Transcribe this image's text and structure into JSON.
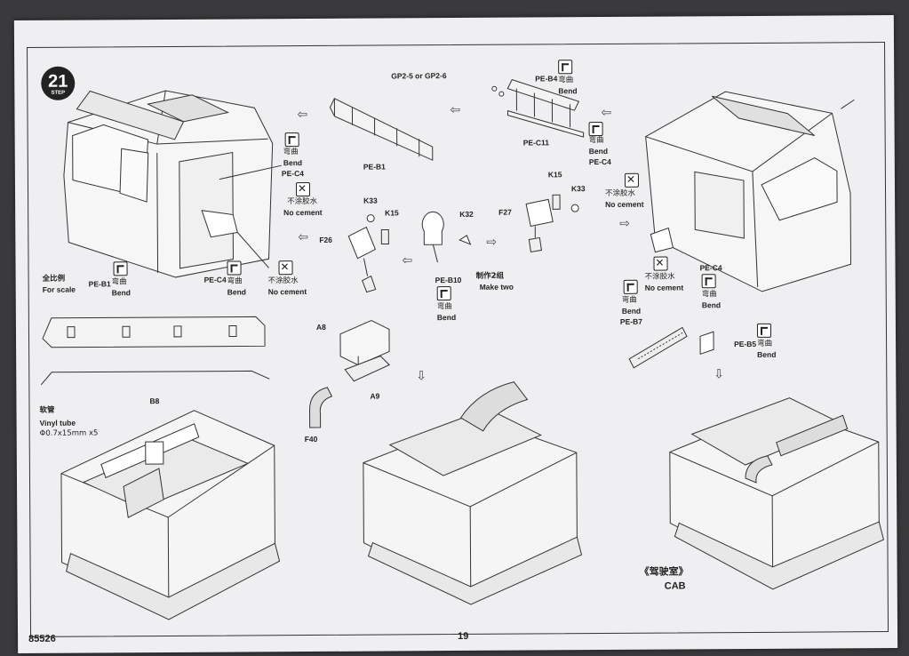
{
  "step": {
    "number": "21",
    "label": "STEP"
  },
  "footer": {
    "code": "85526",
    "page": "19"
  },
  "labels": {
    "pe_c4_a": "PE-C4",
    "bend_cn_a": "弯曲",
    "bend_a": "Bend",
    "nocem_cn_a": "不涂胶水",
    "nocem_a": "No cement",
    "scale_cn": "全比例",
    "scale_en": "For scale",
    "pe_b1_scale": "PE-B1",
    "bend_cn_b": "弯曲",
    "bend_b": "Bend",
    "pe_c4_b": "PE-C4",
    "bend_cn_c": "弯曲",
    "bend_c": "Bend",
    "nocem_cn_b": "不涂胶水",
    "nocem_b": "No cement",
    "pe_b1": "PE-B1",
    "gp2": "GP2-5 or GP2-6",
    "pe_b4": "PE-B4",
    "bend_cn_d": "弯曲",
    "bend_d": "Bend",
    "pe_c11": "PE-C11",
    "k33_a": "K33",
    "k15_a": "K15",
    "f26": "F26",
    "k32": "K32",
    "pe_b10": "PE-B10",
    "bend_cn_e": "弯曲",
    "bend_e": "Bend",
    "make_two_cn": "制作2组",
    "make_two": "Make two",
    "k15_b": "K15",
    "k33_b": "K33",
    "f27": "F27",
    "bend_cn_f": "弯曲",
    "bend_f": "Bend",
    "pe_c4_c": "PE-C4",
    "nocem_cn_c": "不涂胶水",
    "nocem_c": "No cement",
    "nocem_cn_d": "不涂胶水",
    "nocem_d": "No cement",
    "pe_c4_d": "PE-C4",
    "bend_cn_g": "弯曲",
    "bend_g": "Bend",
    "bend_cn_h": "弯曲",
    "bend_h": "Bend",
    "pe_b7": "PE-B7",
    "pe_b5": "PE-B5",
    "bend_cn_i": "弯曲",
    "bend_i": "Bend",
    "a8": "A8",
    "a9": "A9",
    "f40": "F40",
    "b8": "B8",
    "vinyl_cn": "软管",
    "vinyl_en": "Vinyl tube",
    "vinyl_size": "Φ0.7x15mm x5",
    "cab_cn": "《驾驶室》",
    "cab_en": "CAB"
  },
  "icons": [
    "bend-icon",
    "no-cement-icon",
    "step-arrow-icon"
  ]
}
